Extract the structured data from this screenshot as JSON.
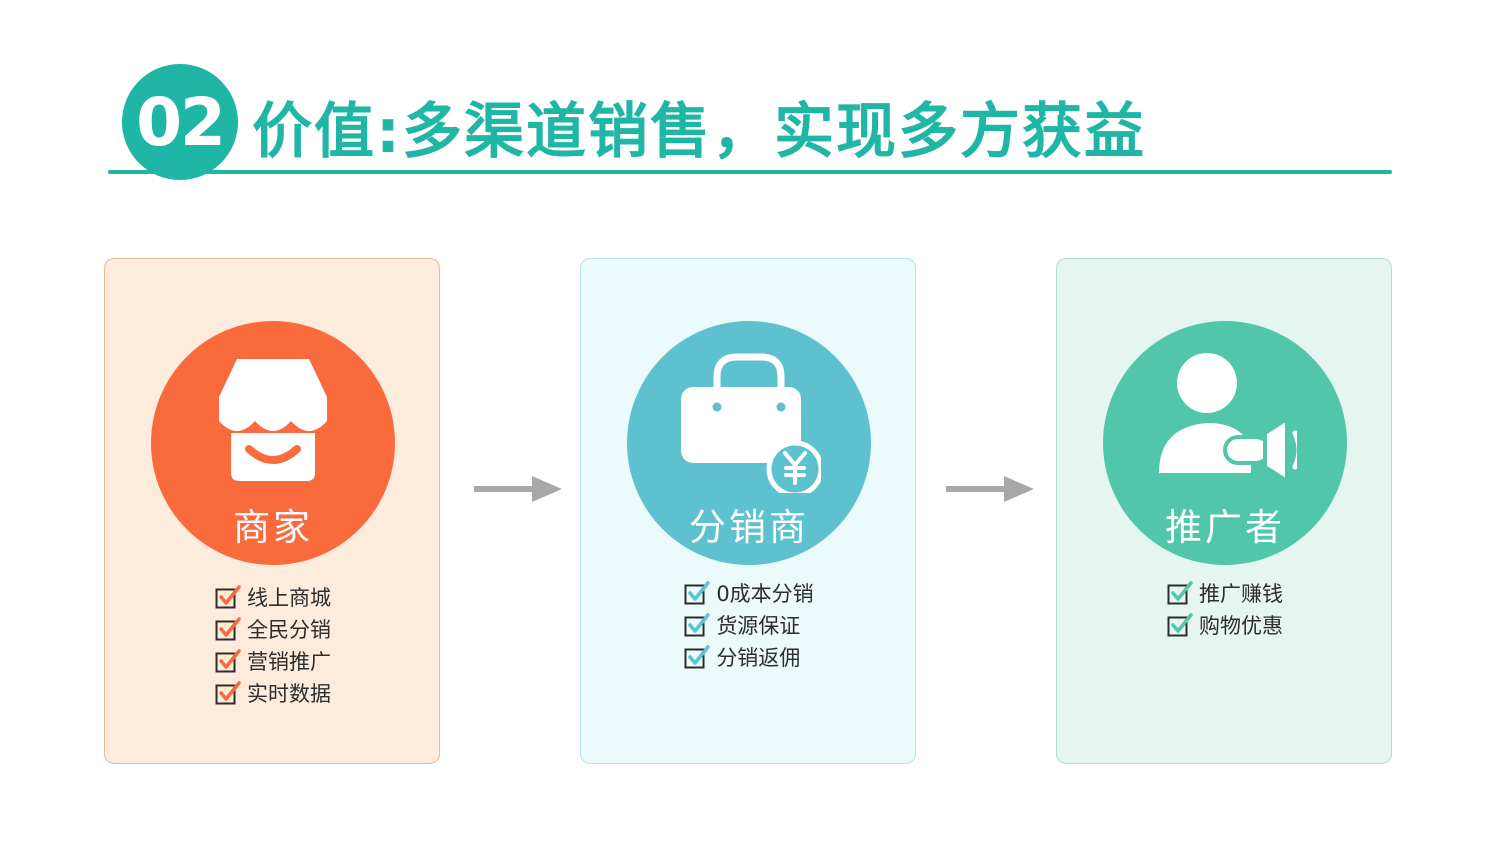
{
  "header": {
    "badge": "02",
    "title": "价值:多渠道销售，实现多方获益",
    "accent_color": "#1fb6a6"
  },
  "panels": [
    {
      "label": "商家",
      "icon": "storefront-icon",
      "color": "#f96b3c",
      "items": [
        "线上商城",
        "全民分销",
        "营销推广",
        "实时数据"
      ]
    },
    {
      "label": "分销商",
      "icon": "shopping-bag-yuan-icon",
      "color": "#5dc1d0",
      "items": [
        "0成本分销",
        "货源保证",
        "分销返佣"
      ]
    },
    {
      "label": "推广者",
      "icon": "person-megaphone-icon",
      "color": "#52c6a9",
      "items": [
        "推广赚钱",
        "购物优惠"
      ]
    }
  ],
  "connectors": [
    "arrow-right-icon",
    "arrow-right-icon"
  ]
}
